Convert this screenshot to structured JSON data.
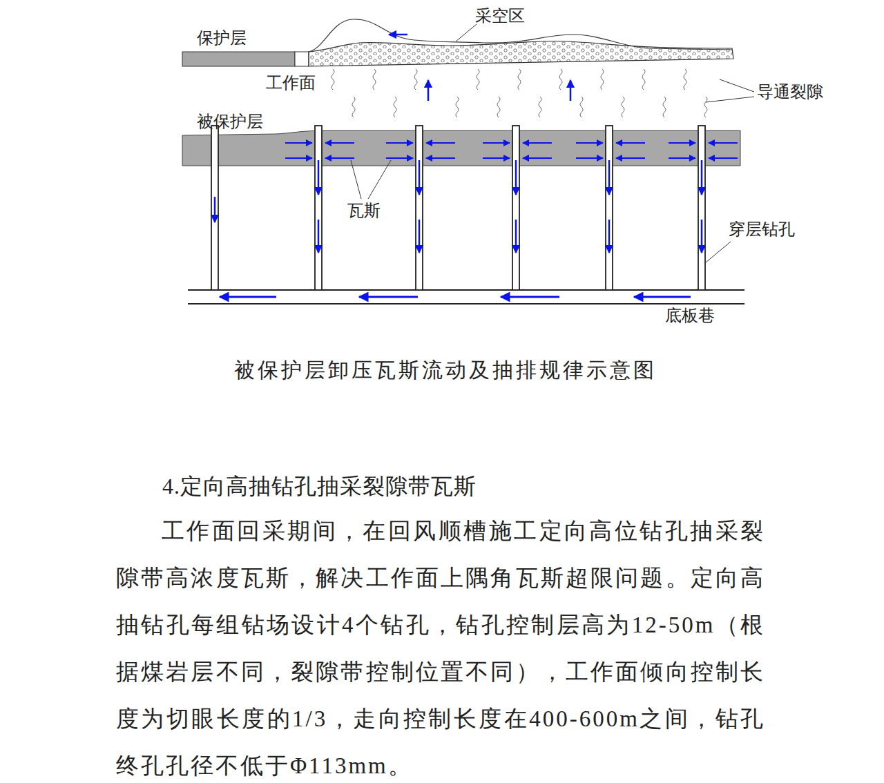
{
  "diagram": {
    "caption": "被保护层卸压瓦斯流动及抽排规律示意图",
    "labels": [
      "采空区",
      "保护层",
      "工作面",
      "导通裂隙",
      "被保护层",
      "瓦斯",
      "穿层钻孔",
      "底板巷",
      "4.定向高抽钻孔抽采裂隙带瓦斯",
      "工作面回采期间，在回风顺槽施工定向高位钻孔抽采裂隙带高浓度瓦斯，解决工作面上隅角瓦斯超限问题。定向高抽钻孔每组钻场设计4个钻孔，钻孔控制层高为12-50m（根据煤岩层不同，裂隙带控制位置不同），工作面倾向控制长度为切眼长度的1/3，走向控制长度在400-600m之间，钻孔终孔孔径不低于Φ113mm。"
    ]
  }
}
